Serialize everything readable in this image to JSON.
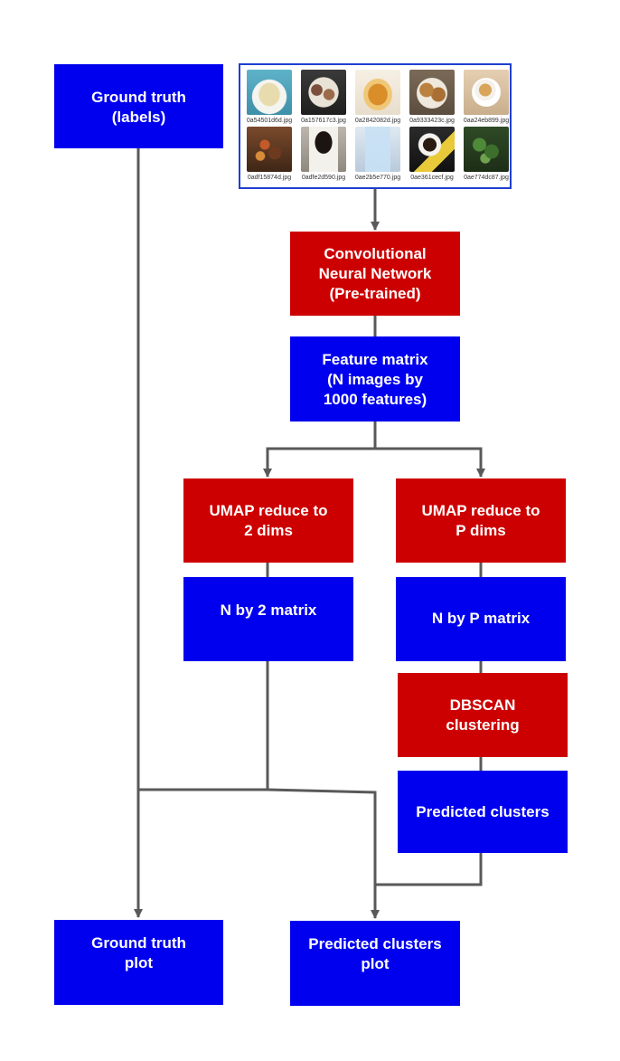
{
  "colors": {
    "blue_node": "#0000ee",
    "red_node": "#cc0000",
    "edge": "#595959",
    "text": "#ffffff"
  },
  "nodes": {
    "ground_truth": {
      "lines": [
        "Ground truth",
        "(labels)"
      ]
    },
    "cnn": {
      "lines": [
        "Convolutional",
        "Neural Network",
        "(Pre-trained)"
      ]
    },
    "feature_matrix": {
      "lines": [
        "Feature matrix",
        "(N images by",
        "1000 features)"
      ]
    },
    "umap_2": {
      "lines": [
        "UMAP reduce to",
        "2 dims"
      ]
    },
    "umap_p": {
      "lines": [
        "UMAP reduce to",
        "P dims"
      ]
    },
    "n_by_2": {
      "lines": [
        "N by 2 matrix"
      ]
    },
    "n_by_p": {
      "lines": [
        "N by P matrix"
      ]
    },
    "dbscan": {
      "lines": [
        "DBSCAN",
        "clustering"
      ]
    },
    "predicted_clusters": {
      "lines": [
        "Predicted clusters"
      ]
    },
    "ground_truth_plot": {
      "lines": [
        "Ground truth",
        "plot"
      ]
    },
    "predicted_clusters_plot": {
      "lines": [
        "Predicted clusters",
        "plot"
      ]
    }
  },
  "image_grid": {
    "thumbnails": [
      {
        "filename": "0a54501d6d.jpg",
        "subject": "bread-on-plate"
      },
      {
        "filename": "0a157617c3.jpg",
        "subject": "seafood-dish"
      },
      {
        "filename": "0a2842082d.jpg",
        "subject": "pastry"
      },
      {
        "filename": "0a9333423c.jpg",
        "subject": "bread-rolls"
      },
      {
        "filename": "0aa24eb899.jpg",
        "subject": "coffee-cup"
      },
      {
        "filename": "0adf15874d.jpg",
        "subject": "mixed-dish"
      },
      {
        "filename": "0adfe2d590.jpg",
        "subject": "coffee-mug"
      },
      {
        "filename": "0ae2b5e770.jpg",
        "subject": "water-glass"
      },
      {
        "filename": "0ae361cecf.jpg",
        "subject": "coffee-cup-dark"
      },
      {
        "filename": "0ae774dc87.jpg",
        "subject": "greens-salad"
      }
    ]
  }
}
